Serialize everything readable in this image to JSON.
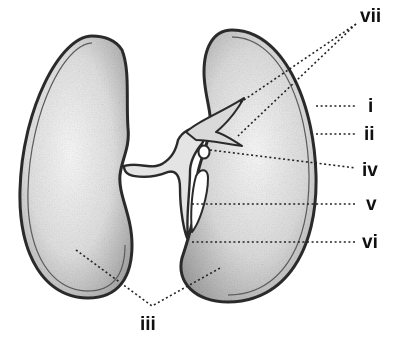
{
  "labels": {
    "i": "i",
    "ii": "ii",
    "iii": "iii",
    "iv": "iv",
    "v": "v",
    "vi": "vi",
    "vii": "vii"
  },
  "colors": {
    "outline": "#2a2a2a",
    "fill_light": "#f2f2f2",
    "fill_dark": "#9a9a9a",
    "text": "#111111"
  }
}
